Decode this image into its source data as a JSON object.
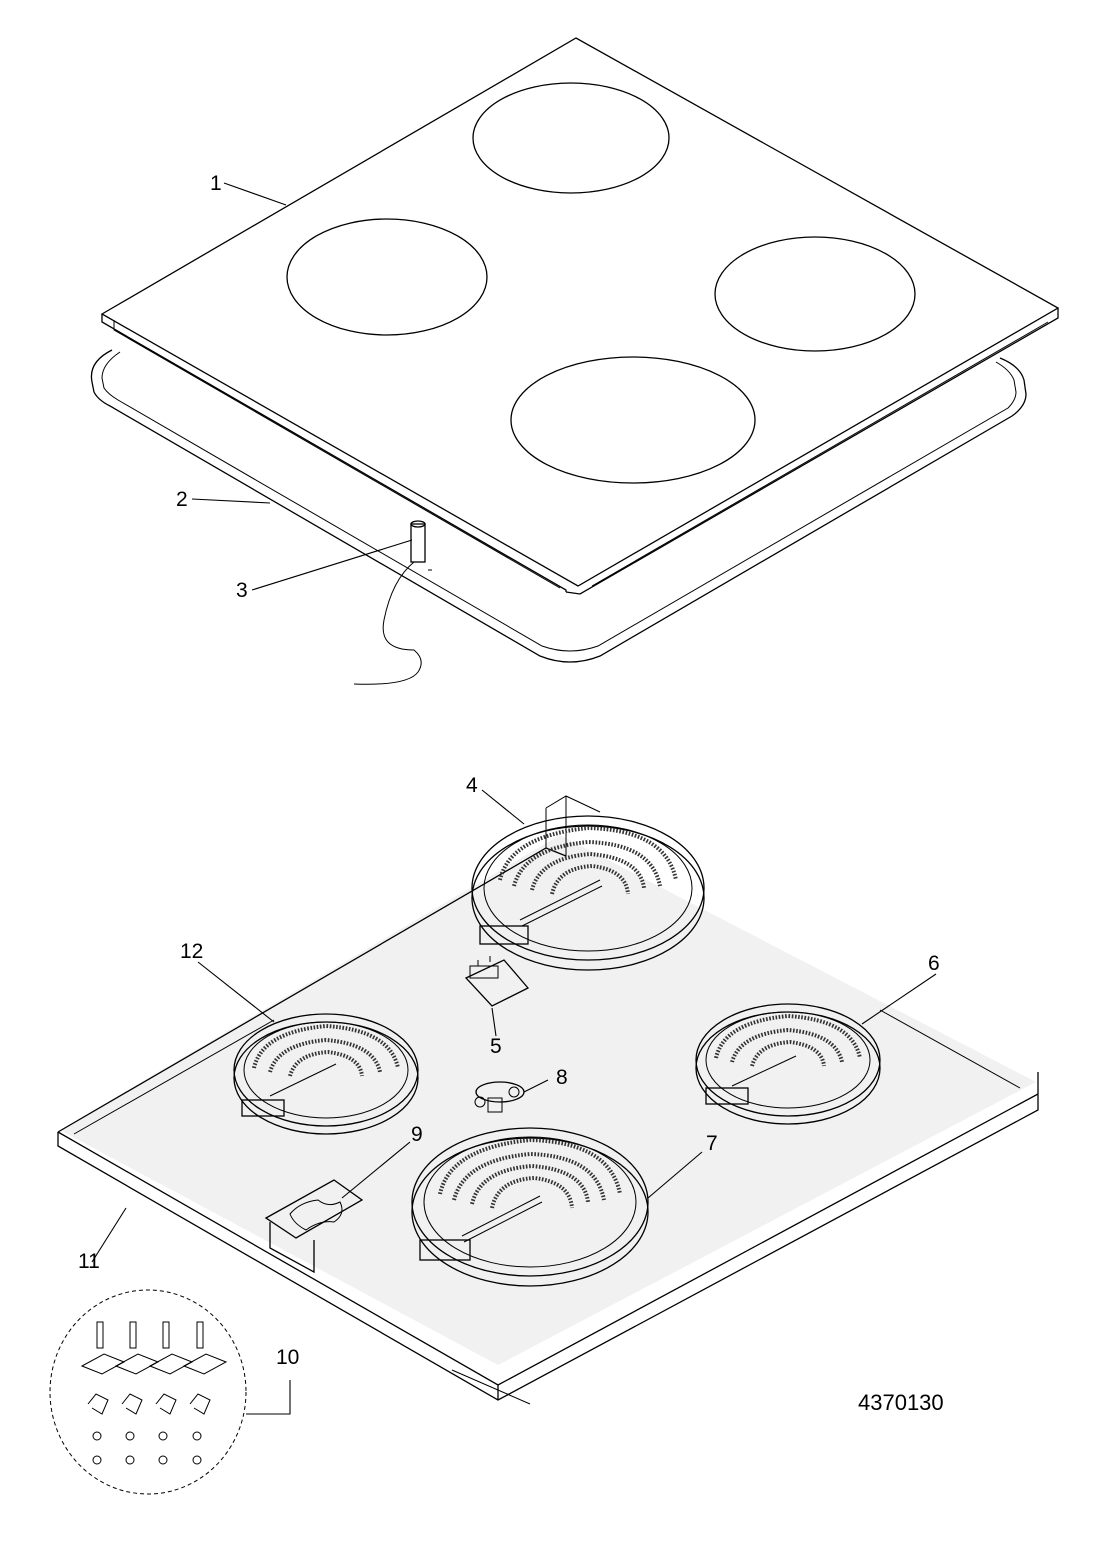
{
  "callouts": {
    "c1": "1",
    "c2": "2",
    "c3": "3",
    "c4": "4",
    "c5": "5",
    "c6": "6",
    "c7": "7",
    "c8": "8",
    "c9": "9",
    "c10": "10",
    "c11": "11",
    "c12": "12"
  },
  "drawing_number": "4370130"
}
